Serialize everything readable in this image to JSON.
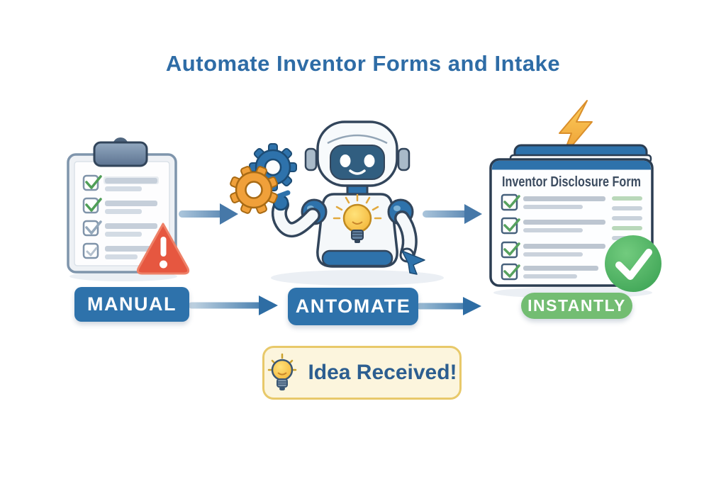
{
  "title": "Automate Inventor Forms and Intake",
  "flow": {
    "stages": [
      {
        "id": "manual",
        "label": "MANUAL",
        "badge_color": "#2e72ab",
        "icon": "clipboard-checklist-icon"
      },
      {
        "id": "automate",
        "label": "ANTOMATE",
        "badge_color": "#2e72ab",
        "icon": "robot-assistant-icon"
      },
      {
        "id": "instantly",
        "label": "INSTANTLY",
        "badge_color": "#73bd72",
        "icon": "disclosure-form-icon"
      }
    ],
    "arrow_color": "#2e6da4"
  },
  "document_card": {
    "title": "Inventor Disclosure Form",
    "checked_items": 4,
    "status_icon": "success-check-icon"
  },
  "clipboard": {
    "checked_items": 2,
    "partial_items": 2,
    "alert_icon": "warning-triangle-icon"
  },
  "banner": {
    "icon": "lightbulb-icon",
    "text": "Idea Received!"
  },
  "icons": {
    "clipboard-checklist-icon": "clipboard with checkbox list",
    "warning-triangle-icon": "red rounded triangle with white exclamation mark",
    "gears-icon": "meshed blue and orange cog wheels",
    "robot-assistant-icon": "smiling white robot with dark blue face screen",
    "lightbulb-icon": "glowing yellow light bulb with rays",
    "cursor-icon": "blue mouse pointer arrow",
    "lightning-bolt-icon": "orange lightning bolt",
    "disclosure-form-icon": "stacked forms with blue header bars and green checkmarks",
    "success-check-icon": "green circle with white checkmark",
    "arrow-right-icon": "steel blue right-pointing arrow"
  },
  "colors": {
    "title_blue": "#2e6ca6",
    "badge_blue": "#2e72ab",
    "badge_green": "#73bd72",
    "success_green": "#3ba253",
    "warning_red": "#e65740",
    "bolt_orange": "#f0a03a",
    "banner_bg": "#fcf5dd",
    "banner_border": "#e8c96a",
    "banner_text_blue": "#2c5e90"
  }
}
